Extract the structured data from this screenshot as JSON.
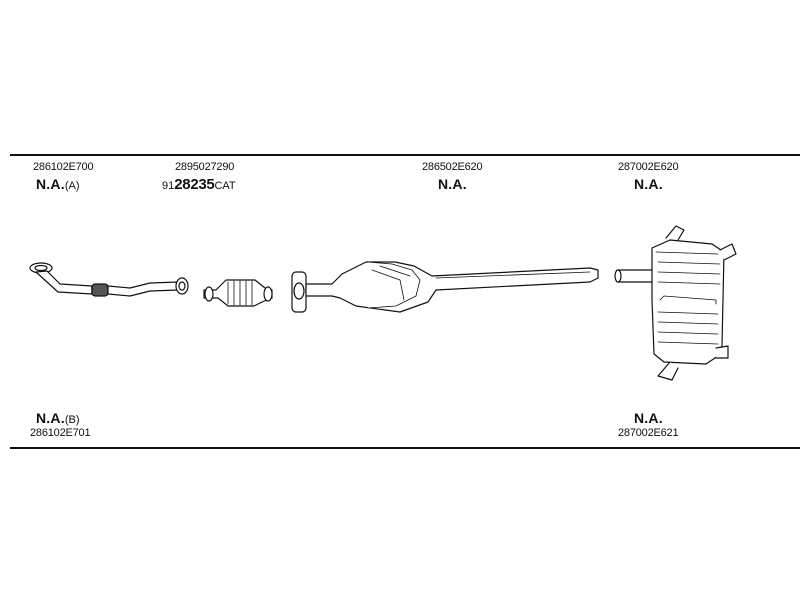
{
  "parts": {
    "front_pipe": {
      "part_number_top": "286102E700",
      "status_top": "N.A.",
      "variant_top": "(A)",
      "status_bottom": "N.A.",
      "variant_bottom": "(B)",
      "part_number_bottom": "286102E701"
    },
    "catalytic_converter": {
      "part_number": "2895027290",
      "ref_prefix": "91",
      "ref_number": "28235",
      "ref_suffix": "CAT"
    },
    "center_pipe": {
      "part_number": "286502E620",
      "status": "N.A."
    },
    "rear_muffler": {
      "part_number_top": "287002E620",
      "status_top": "N.A.",
      "status_bottom": "N.A.",
      "part_number_bottom": "287002E621"
    }
  },
  "colors": {
    "line": "#111111",
    "part_fill": "#ffffff",
    "part_shade": "#cfcfcf"
  }
}
